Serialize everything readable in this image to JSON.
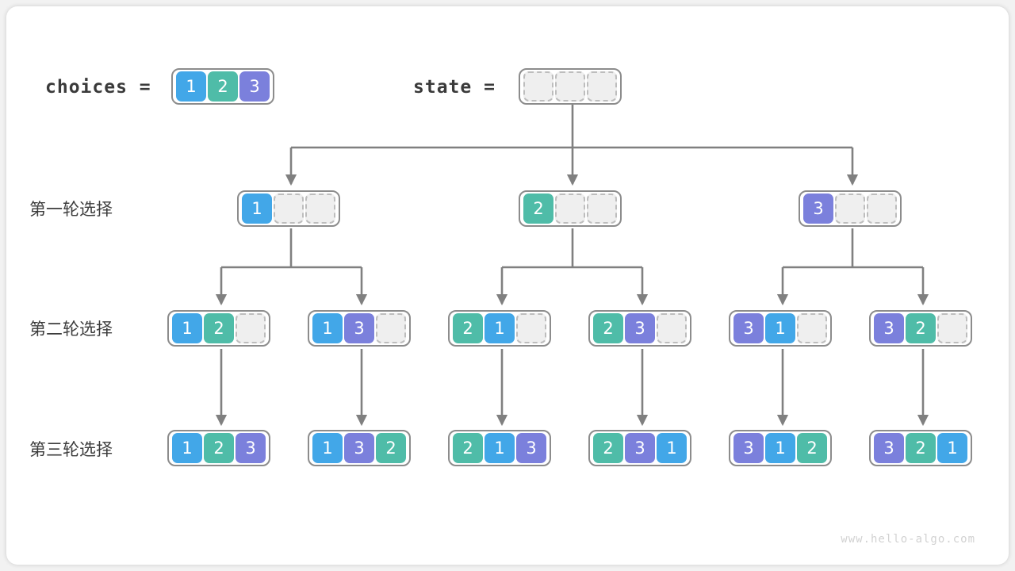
{
  "diagram": {
    "title_choices": "choices =",
    "title_state": "state =",
    "watermark": "www.hello-algo.com",
    "palette": {
      "blue": "#42a7e8",
      "green": "#4fbca8",
      "purple": "#7b80dc",
      "empty_fill": "#efefef",
      "empty_border": "#bdbdbd",
      "box_border": "#8c8c8c",
      "connector": "#808080",
      "text": "#3a3a3a",
      "canvas": "#ffffff",
      "page": "#f2f2f2"
    },
    "round_labels": [
      "第一轮选择",
      "第二轮选择",
      "第三轮选择"
    ],
    "choices": {
      "label": "choices =",
      "values": [
        "1",
        "2",
        "3"
      ],
      "colors": [
        "blue",
        "green",
        "purple"
      ]
    },
    "state": {
      "label": "state =",
      "values": [
        "",
        "",
        ""
      ],
      "colors": [
        "empty",
        "empty",
        "empty"
      ]
    },
    "level1": [
      {
        "values": [
          "1",
          "",
          ""
        ],
        "colors": [
          "blue",
          "empty",
          "empty"
        ]
      },
      {
        "values": [
          "2",
          "",
          ""
        ],
        "colors": [
          "green",
          "empty",
          "empty"
        ]
      },
      {
        "values": [
          "3",
          "",
          ""
        ],
        "colors": [
          "purple",
          "empty",
          "empty"
        ]
      }
    ],
    "level2": [
      {
        "values": [
          "1",
          "2",
          ""
        ],
        "colors": [
          "blue",
          "green",
          "empty"
        ]
      },
      {
        "values": [
          "1",
          "3",
          ""
        ],
        "colors": [
          "blue",
          "purple",
          "empty"
        ]
      },
      {
        "values": [
          "2",
          "1",
          ""
        ],
        "colors": [
          "green",
          "blue",
          "empty"
        ]
      },
      {
        "values": [
          "2",
          "3",
          ""
        ],
        "colors": [
          "green",
          "purple",
          "empty"
        ]
      },
      {
        "values": [
          "3",
          "1",
          ""
        ],
        "colors": [
          "purple",
          "blue",
          "empty"
        ]
      },
      {
        "values": [
          "3",
          "2",
          ""
        ],
        "colors": [
          "purple",
          "green",
          "empty"
        ]
      }
    ],
    "level3": [
      {
        "values": [
          "1",
          "2",
          "3"
        ],
        "colors": [
          "blue",
          "green",
          "purple"
        ]
      },
      {
        "values": [
          "1",
          "3",
          "2"
        ],
        "colors": [
          "blue",
          "purple",
          "green"
        ]
      },
      {
        "values": [
          "2",
          "1",
          "3"
        ],
        "colors": [
          "green",
          "blue",
          "purple"
        ]
      },
      {
        "values": [
          "2",
          "3",
          "1"
        ],
        "colors": [
          "green",
          "purple",
          "blue"
        ]
      },
      {
        "values": [
          "3",
          "1",
          "2"
        ],
        "colors": [
          "purple",
          "blue",
          "green"
        ]
      },
      {
        "values": [
          "3",
          "2",
          "1"
        ],
        "colors": [
          "purple",
          "green",
          "blue"
        ]
      }
    ]
  }
}
